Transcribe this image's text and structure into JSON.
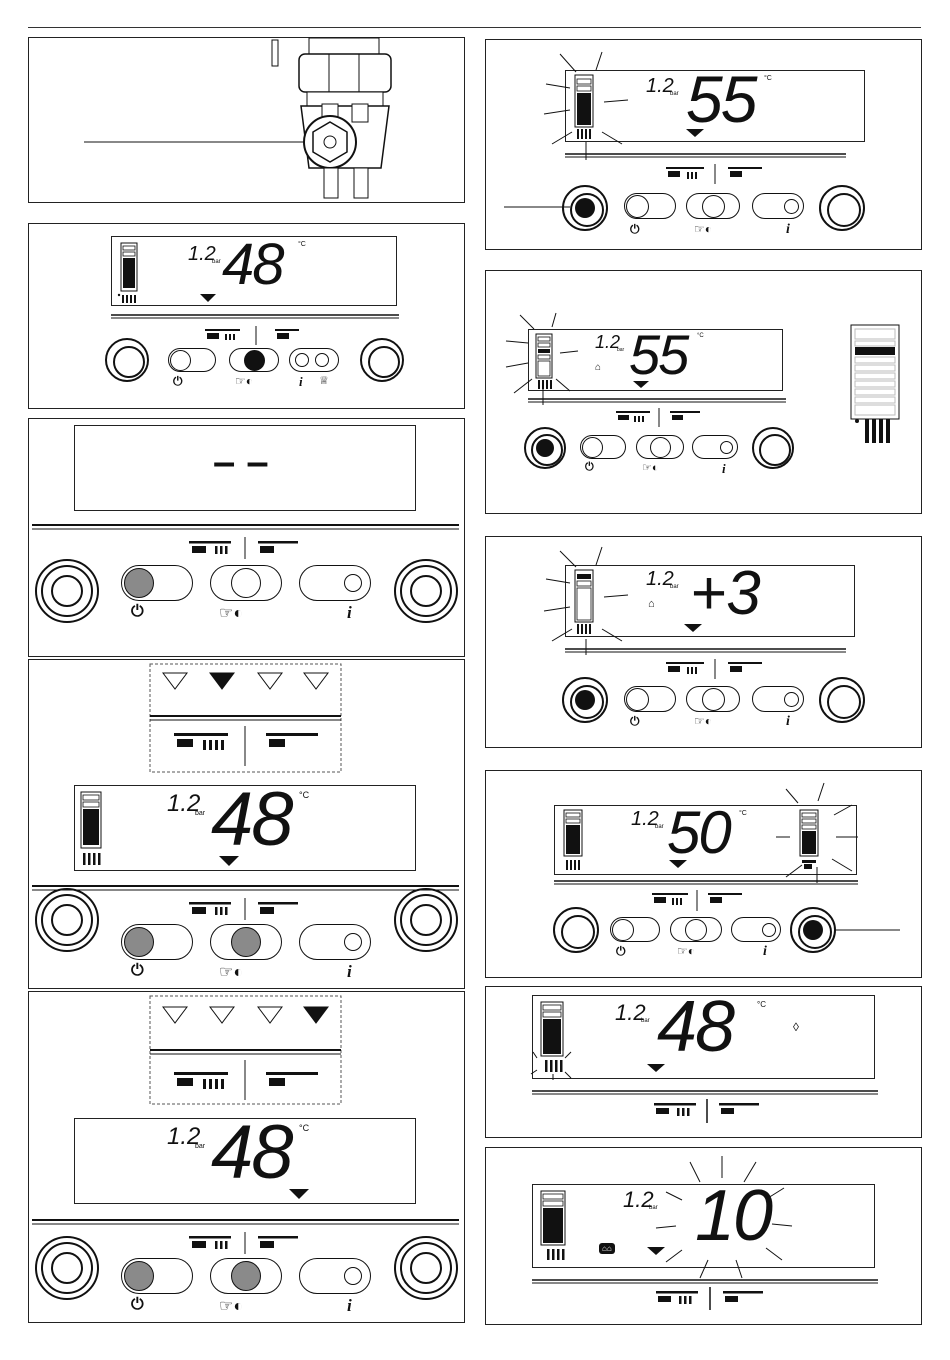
{
  "pressure": "1.2",
  "pressure_unit": "bar",
  "temp_unit": "°C",
  "info_symbol": "i",
  "displays": {
    "d_48a": "48",
    "d_dash": "– –",
    "d_48b": "48",
    "d_48c": "48",
    "d_55a": "55",
    "d_55b": "55",
    "d_plus3": "+3",
    "d_50": "50",
    "d_48d": "48",
    "d_10": "10"
  },
  "colors": {
    "ink": "#111111",
    "pressed": "#8a8a8a",
    "lit": "#111111"
  },
  "icons": [
    "power-icon",
    "hand-pointer-icon",
    "info-icon",
    "tap-icon",
    "radiator-icon",
    "flame-icon",
    "house-icon",
    "chimney-icon",
    "triangle-indicator-icon"
  ]
}
